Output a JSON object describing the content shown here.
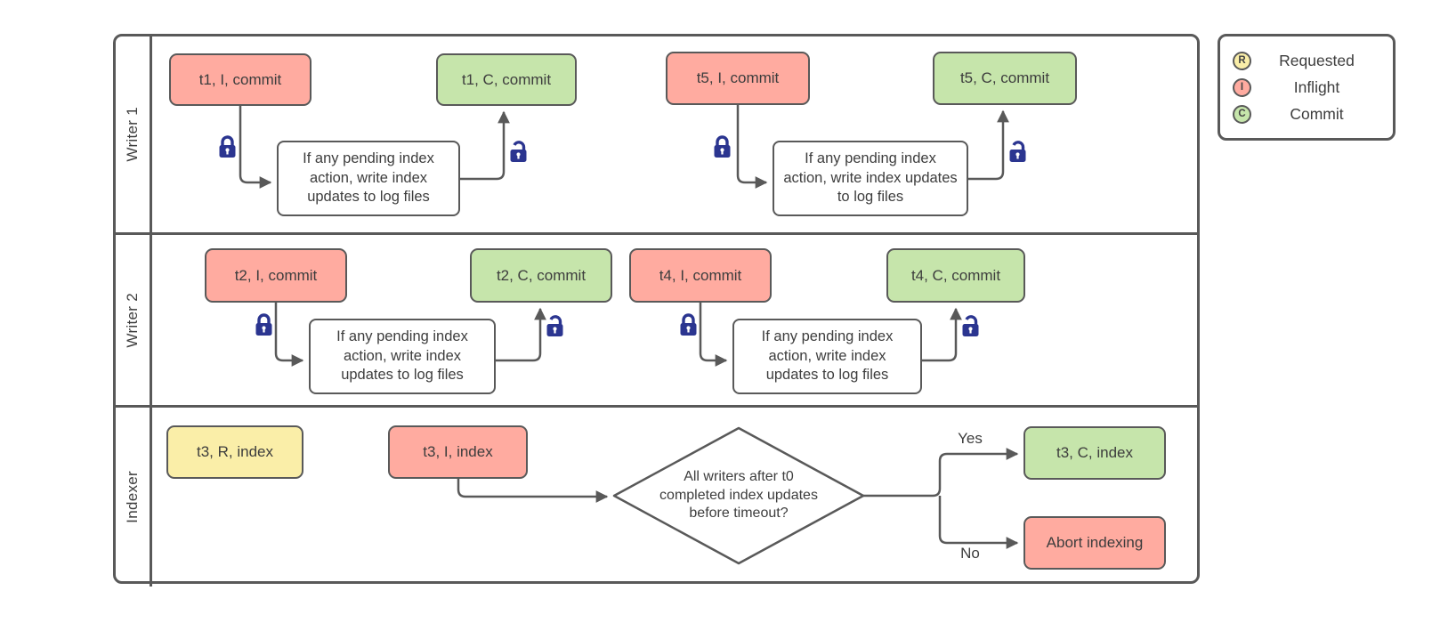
{
  "lanes": [
    {
      "label": "Writer 1"
    },
    {
      "label": "Writer 2"
    },
    {
      "label": "Indexer"
    }
  ],
  "nodes": {
    "t1_inflight": {
      "label": "t1, I, commit",
      "state": "inflight"
    },
    "t1_commit": {
      "label": "t1, C, commit",
      "state": "commit"
    },
    "t5_inflight": {
      "label": "t5, I, commit",
      "state": "inflight"
    },
    "t5_commit": {
      "label": "t5, C, commit",
      "state": "commit"
    },
    "t2_inflight": {
      "label": "t2, I, commit",
      "state": "inflight"
    },
    "t2_commit": {
      "label": "t2, C, commit",
      "state": "commit"
    },
    "t4_inflight": {
      "label": "t4, I, commit",
      "state": "inflight"
    },
    "t4_commit": {
      "label": "t4, C, commit",
      "state": "commit"
    },
    "t3_requested": {
      "label": "t3, R, index",
      "state": "requested"
    },
    "t3_inflight": {
      "label": "t3, I, index",
      "state": "inflight"
    },
    "t3_commit": {
      "label": "t3, C, index",
      "state": "commit"
    },
    "abort": {
      "label": "Abort indexing",
      "state": "inflight"
    },
    "pending_check": {
      "label": "If any pending index action, write index updates to log files"
    },
    "decision": {
      "label": "All writers after t0 completed index updates before timeout?"
    }
  },
  "edge_labels": {
    "yes": "Yes",
    "no": "No"
  },
  "legend": {
    "items": [
      {
        "symbol": "R",
        "label": "Requested",
        "color": "#faeea8"
      },
      {
        "symbol": "I",
        "label": "Inflight",
        "color": "#ffaba0"
      },
      {
        "symbol": "C",
        "label": "Commit",
        "color": "#c6e5ab"
      }
    ]
  },
  "colors": {
    "requested_fill": "#faeea8",
    "inflight_fill": "#ffaba0",
    "commit_fill": "#c6e5ab",
    "shape_border": "#595959",
    "connector": "#595959",
    "lock": "#2b3590",
    "text": "#3d3d3d"
  }
}
